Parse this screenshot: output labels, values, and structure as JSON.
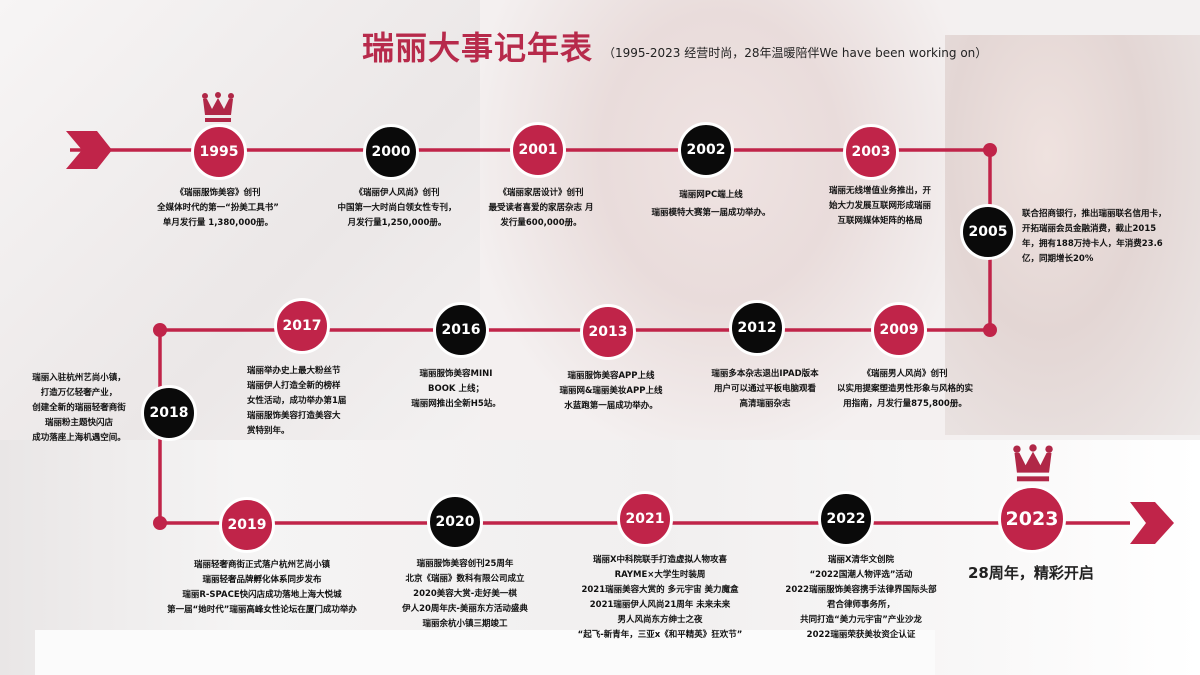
{
  "title": {
    "main": "瑞丽大事记年表",
    "subtitle": "（1995-2023 经营时尚，28年温暖陪伴We have been working on）"
  },
  "colors": {
    "accent": "#c02449",
    "dark": "#0a0a0a",
    "title": "#b72a4b"
  },
  "events": [
    {
      "year": "1995",
      "style": "red",
      "lines": [
        "《瑞丽服饰美容》创刊",
        "全媒体时代的第一“扮美工具书”",
        "单月发行量 1,380,000册。"
      ]
    },
    {
      "year": "2000",
      "style": "black",
      "lines": [
        "《瑞丽伊人风尚》创刊",
        "中国第一大时尚白领女性专刊，",
        "月发行量1,250,000册。"
      ]
    },
    {
      "year": "2001",
      "style": "red",
      "lines": [
        "《瑞丽家居设计》创刊",
        "最受读者喜爱的家居杂志 月",
        "发行量600,000册。"
      ]
    },
    {
      "year": "2002",
      "style": "black",
      "lines": [
        "瑞丽网PC端上线",
        "瑞丽模特大赛第一届成功举办。"
      ]
    },
    {
      "year": "2003",
      "style": "red",
      "lines": [
        "瑞丽无线增值业务推出，开",
        "始大力发展互联网形成瑞丽",
        "互联网媒体矩阵的格局"
      ]
    },
    {
      "year": "2005",
      "style": "black",
      "lines": [
        "联合招商银行，推出瑞丽联名信用卡，",
        "开拓瑞丽会员金融消费，截止2015",
        "年，拥有188万持卡人，年消费23.6",
        "亿，同期增长20%"
      ]
    },
    {
      "year": "2009",
      "style": "red",
      "lines": [
        "《瑞丽男人风尚》创刊",
        "以实用提案塑造男性形象与风格的实",
        "用指南，月发行量875,800册。"
      ]
    },
    {
      "year": "2012",
      "style": "black",
      "lines": [
        "瑞丽多本杂志退出IPAD版本",
        "用户可以通过平板电脑观看",
        "高清瑞丽杂志"
      ]
    },
    {
      "year": "2013",
      "style": "red",
      "lines": [
        "瑞丽服饰美容APP上线",
        "瑞丽网&瑞丽美妆APP上线",
        "水蓝跑第一届成功举办。"
      ]
    },
    {
      "year": "2016",
      "style": "black",
      "lines": [
        "瑞丽服饰美容MINI",
        "BOOK 上线；",
        "瑞丽网推出全新H5站。"
      ]
    },
    {
      "year": "2017",
      "style": "red",
      "lines": [
        "瑞丽举办史上最大粉丝节",
        "瑞丽伊人打造全新的榜样",
        "女性活动，成功举办第1届",
        "瑞丽服饰美容打造美容大",
        "赏特别年。"
      ]
    },
    {
      "year": "2018",
      "style": "black",
      "lines": [
        "瑞丽入驻杭州艺尚小镇，",
        "打造万亿轻奢产业，",
        "创建全新的瑞丽轻奢商街",
        "瑞丽粉主题快闪店",
        "成功落座上海机遇空间。"
      ]
    },
    {
      "year": "2019",
      "style": "red",
      "lines": [
        "瑞丽轻奢商街正式落户杭州艺尚小镇",
        "瑞丽轻奢品牌孵化体系同步发布",
        "瑞丽R-SPACE快闪店成功落地上海大悦城",
        "第一届“她时代”瑞丽高峰女性论坛在厦门成功举办"
      ]
    },
    {
      "year": "2020",
      "style": "black",
      "lines": [
        "瑞丽服饰美容创刊25周年",
        "北京《瑞丽》数科有限公司成立",
        "2020美容大赏-走好美一棋",
        "伊人20周年庆-美丽东方活动盛典",
        "瑞丽余杭小镇三期竣工"
      ]
    },
    {
      "year": "2021",
      "style": "red",
      "lines": [
        "瑞丽X中科院联手打造虚拟人物攻喜",
        "RAYME×大学生时装周",
        "2021瑞丽美容大赏的 多元宇宙 美力魔盒",
        "2021瑞丽伊人风尚21周年 未来未来",
        "男人风尚东方绅士之夜",
        "“起飞-新青年，三亚x《和平精英》狂欢节”"
      ]
    },
    {
      "year": "2022",
      "style": "black",
      "lines": [
        "瑞丽X清华文创院",
        "“2022国潮人物评选”活动",
        "2022瑞丽服饰美容携手法律界国际头部",
        "君合律师事务所，",
        "共同打造“美力元宇宙”产业沙龙",
        "2022瑞丽荣获美妆资企认证"
      ]
    },
    {
      "year": "2023",
      "style": "red",
      "lines": [
        "28周年，精彩开启"
      ]
    }
  ],
  "icons": {
    "start_crown": "crown-icon",
    "end_crown": "crown-icon",
    "start_arrow": "arrow-right-icon",
    "end_arrow": "arrow-right-icon"
  }
}
